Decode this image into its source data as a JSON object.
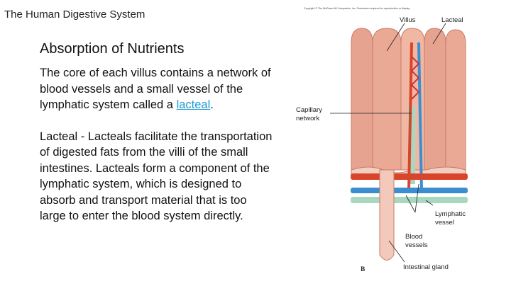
{
  "slide": {
    "title": "The Human Digestive System",
    "heading": "Absorption of Nutrients"
  },
  "body": {
    "p1_text": "The core of each villus contains a network of blood vessels and a small vessel of the lymphatic system called a ",
    "p1_link": "lacteal",
    "p1_end": ".",
    "p2": "Lacteal - Lacteals facilitate the transportation of digested fats from the villi of the small intestines. Lacteals form a component of the lymphatic system, which is designed to absorb and transport material that is too large to enter the blood system directly."
  },
  "figure": {
    "copyright": "Copyright © The McGraw-Hill Companies, Inc. Permission required for reproduction or display.",
    "labels": {
      "villus": "Villus",
      "lacteal": "Lacteal",
      "capillary_1": "Capillary",
      "capillary_2": "network",
      "lymphatic_1": "Lymphatic",
      "lymphatic_2": "vessel",
      "blood_1": "Blood",
      "blood_2": "vessels",
      "gland": "Intestinal gland",
      "panel": "B"
    },
    "colors": {
      "tissue": "#e8a08c",
      "artery": "#d9452a",
      "vein": "#3b8fd0",
      "lymph": "#a8d8c0"
    }
  }
}
